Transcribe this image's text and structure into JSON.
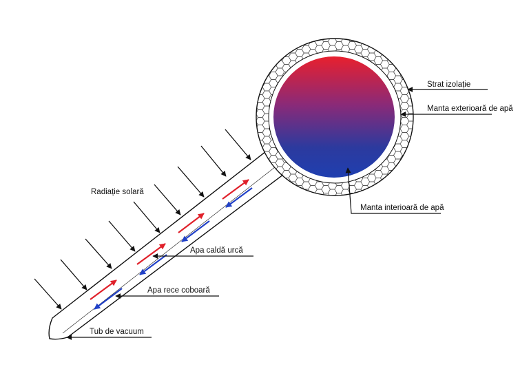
{
  "labels": {
    "insulation_layer": "Strat izolație",
    "outer_water_jacket": "Manta exterioară de apă",
    "inner_water_jacket": "Manta interioară de apă",
    "solar_radiation": "Radiație solară",
    "hot_water_rises": "Apa caldă urcă",
    "cold_water_descends": "Apa rece coboară",
    "vacuum_tube": "Tub de vacuum"
  },
  "colors": {
    "hot": "#e0202a",
    "cold": "#2040c8",
    "line": "#111111"
  }
}
